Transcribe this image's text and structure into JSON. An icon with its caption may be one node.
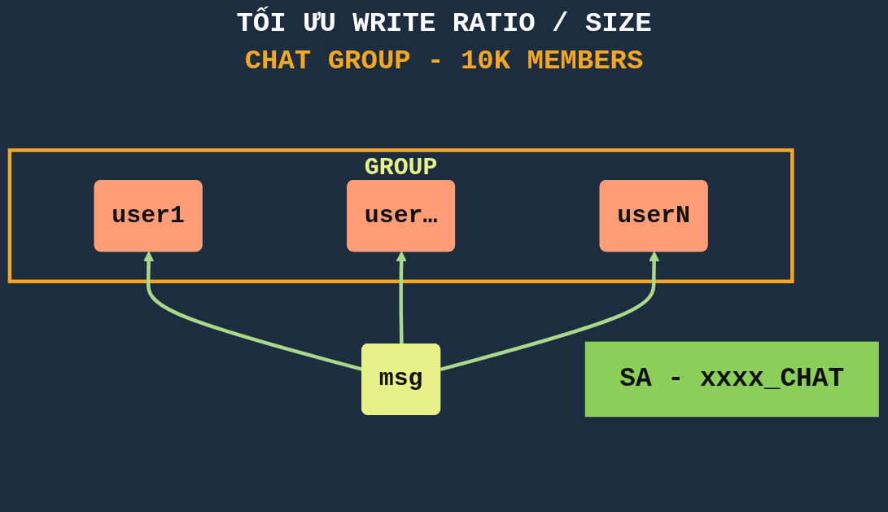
{
  "diagram": {
    "nodes": [
      {
        "text": [
          "SA - xxxx_CHAT"
        ]
      },
      {
        "text": [
          "GROUP"
        ]
      },
      {
        "text": [
          "user1"
        ],
        "in": 1
      },
      {
        "text": [
          "user…"
        ],
        "in": 1
      },
      {
        "text": [
          "userN"
        ],
        "in": 1
      },
      {
        "text": [
          "msg"
        ]
      }
    ],
    "edges": [
      {
        "from": 5,
        "to": 2,
        "arrow": "to"
      },
      {
        "from": 5,
        "to": 3,
        "arrow": "to"
      },
      {
        "from": 5,
        "to": 4,
        "arrow": "to"
      }
    ],
    "labels": [
      "TỐI ƯU WRITE RATIO / SIZE",
      "CHAT GROUP - 10K MEMBERS"
    ]
  }
}
